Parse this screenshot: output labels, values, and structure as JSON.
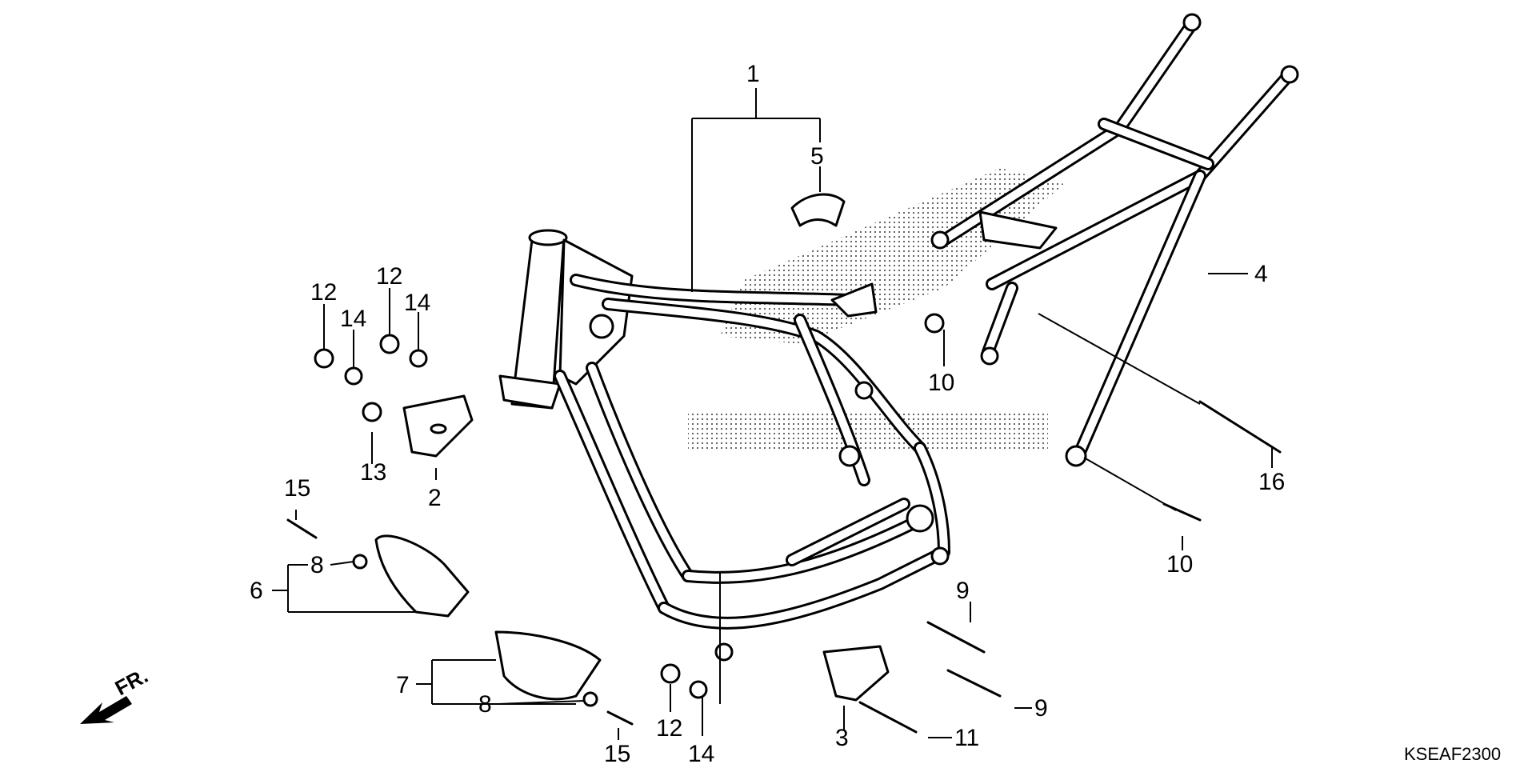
{
  "diagram_code": "KSEAF2300",
  "direction_label": "FR.",
  "callouts": [
    {
      "id": "c1",
      "text": "1"
    },
    {
      "id": "c2",
      "text": "2"
    },
    {
      "id": "c3",
      "text": "3"
    },
    {
      "id": "c4",
      "text": "4"
    },
    {
      "id": "c5",
      "text": "5"
    },
    {
      "id": "c6",
      "text": "6"
    },
    {
      "id": "c7",
      "text": "7"
    },
    {
      "id": "c8a",
      "text": "8"
    },
    {
      "id": "c8b",
      "text": "8"
    },
    {
      "id": "c9a",
      "text": "9"
    },
    {
      "id": "c9b",
      "text": "9"
    },
    {
      "id": "c10a",
      "text": "10"
    },
    {
      "id": "c10b",
      "text": "10"
    },
    {
      "id": "c11",
      "text": "11"
    },
    {
      "id": "c12a",
      "text": "12"
    },
    {
      "id": "c12b",
      "text": "12"
    },
    {
      "id": "c12c",
      "text": "12"
    },
    {
      "id": "c13",
      "text": "13"
    },
    {
      "id": "c14a",
      "text": "14"
    },
    {
      "id": "c14b",
      "text": "14"
    },
    {
      "id": "c14c",
      "text": "14"
    },
    {
      "id": "c15a",
      "text": "15"
    },
    {
      "id": "c15b",
      "text": "15"
    },
    {
      "id": "c16",
      "text": "16"
    }
  ],
  "colors": {
    "line": "#000000",
    "background": "#ffffff",
    "halftone": "#555555"
  },
  "icons": {
    "direction": "front-arrow-icon"
  }
}
